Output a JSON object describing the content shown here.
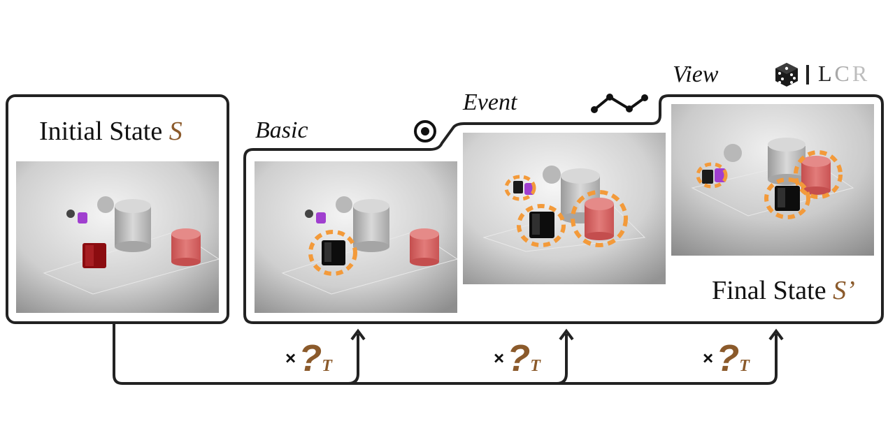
{
  "initial_panel": {
    "title": "Initial State",
    "symbol": "S"
  },
  "final_panel": {
    "title": "Final State",
    "symbol": "S’"
  },
  "variants": [
    {
      "label": "Basic",
      "icon": "target-icon"
    },
    {
      "label": "Event",
      "icon": "trajectory-icon"
    },
    {
      "label": "View",
      "icon": "dice-icon"
    }
  ],
  "view_suffix": {
    "l": "L",
    "c": "C",
    "r": "R"
  },
  "question_marker": {
    "times": "×",
    "symbol": "?",
    "subscript": "T"
  },
  "colors": {
    "accent": "#8b5a2b",
    "highlight": "#f39a3a",
    "stroke": "#222222",
    "cube_initial": "#8b0c10",
    "cube_final": "#0d0d0d",
    "red_cylinder": "#d9605f",
    "purple_cup": "#a03fcf"
  }
}
